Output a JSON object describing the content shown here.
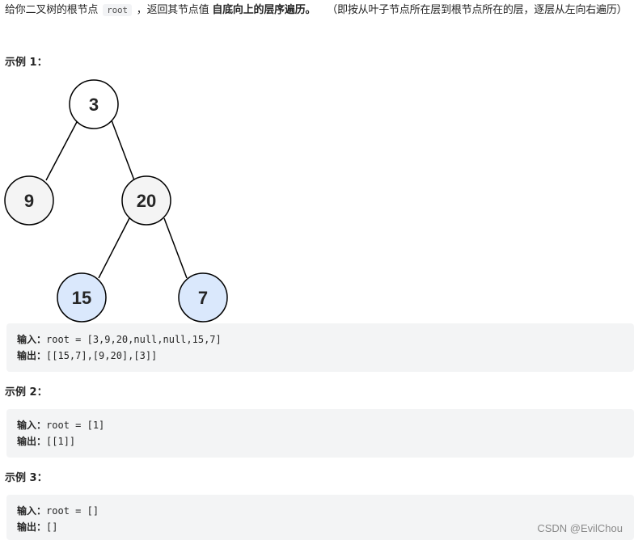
{
  "problem": {
    "text_before_code": "给你二叉树的根节点",
    "code_root": "root",
    "text_after_code": "，返回其节点值",
    "bold_text": "自底向上的层序遍历",
    "text_period": "。",
    "note": "（即按从叶子节点所在层到根节点所在的层，逐层从左向右遍历）"
  },
  "examples": [
    {
      "title": "示例 1：",
      "input_label": "输入：",
      "input": "root = [3,9,20,null,null,15,7]",
      "output_label": "输出：",
      "output": "[[15,7],[9,20],[3]]"
    },
    {
      "title": "示例 2：",
      "input_label": "输入：",
      "input": "root = [1]",
      "output_label": "输出：",
      "output": "[[1]]"
    },
    {
      "title": "示例 3：",
      "input_label": "输入：",
      "input": "root = []",
      "output_label": "输出：",
      "output": "[]"
    }
  ],
  "tree": {
    "nodes": [
      {
        "label": "3",
        "fill": "#ffffff"
      },
      {
        "label": "9",
        "fill": "#f4f4f4"
      },
      {
        "label": "20",
        "fill": "#f4f4f4"
      },
      {
        "label": "15",
        "fill": "#dae8fc"
      },
      {
        "label": "7",
        "fill": "#dae8fc"
      }
    ]
  },
  "watermark": "CSDN @EvilChou"
}
